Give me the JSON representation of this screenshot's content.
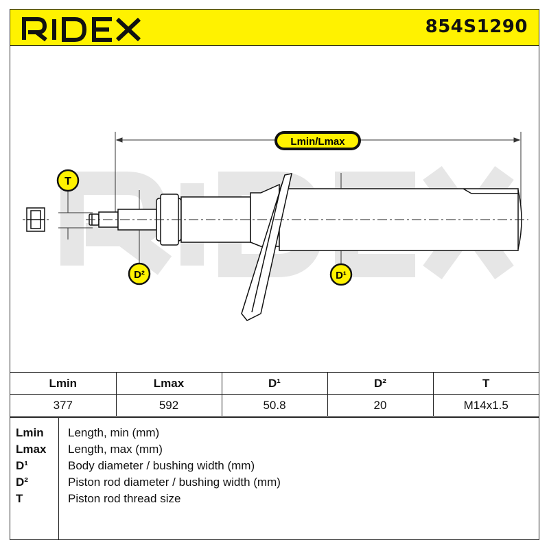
{
  "header": {
    "brand": "RIDEX",
    "part_number": "854S1290",
    "brand_color": "#fff200"
  },
  "diagram": {
    "labels": {
      "length": "Lmin/Lmax",
      "thread": "T",
      "rod_diameter": "D²",
      "body_diameter": "D¹"
    },
    "watermark": "RIDEX"
  },
  "specs": {
    "headers": [
      "Lmin",
      "Lmax",
      "D¹",
      "D²",
      "T"
    ],
    "values": [
      "377",
      "592",
      "50.8",
      "20",
      "M14x1.5"
    ]
  },
  "legend": [
    {
      "key": "Lmin",
      "desc": "Length, min (mm)"
    },
    {
      "key": "Lmax",
      "desc": "Length, max (mm)"
    },
    {
      "key": "D¹",
      "desc": "Body diameter / bushing width (mm)"
    },
    {
      "key": "D²",
      "desc": "Piston rod diameter / bushing width (mm)"
    },
    {
      "key": "T",
      "desc": "Piston rod thread size"
    }
  ]
}
